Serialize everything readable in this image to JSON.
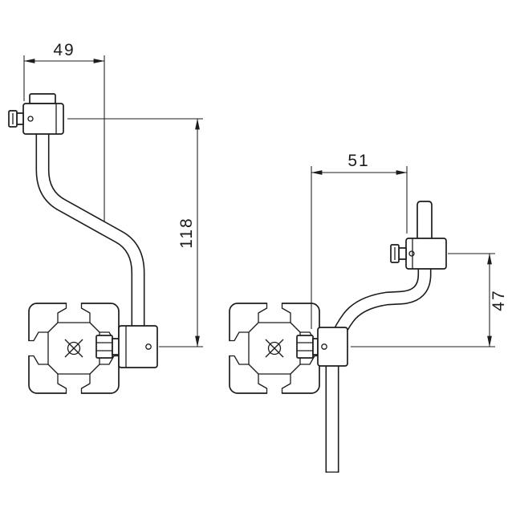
{
  "meta": {
    "background_color": "#ffffff",
    "line_color": "#1c1c1c",
    "drawing_type": "technical-dimension-drawing"
  },
  "dimensions": {
    "front_width": "49",
    "front_height": "118",
    "side_width": "51",
    "side_height": "47"
  }
}
